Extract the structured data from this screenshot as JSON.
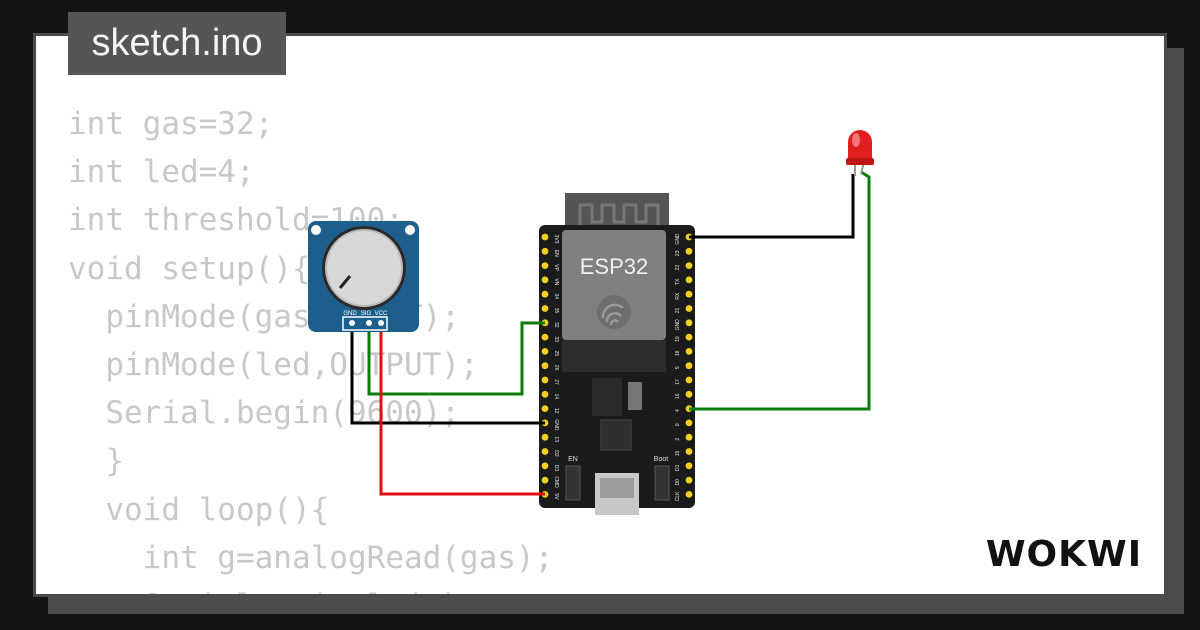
{
  "file_tab": {
    "label": "sketch.ino"
  },
  "code_lines": [
    "int gas=32;",
    "int led=4;",
    "int threshold=100;",
    "void setup(){",
    "  pinMode(gas,INPUT);",
    "  pinMode(led,OUTPUT);",
    "  Serial.begin(9600);",
    "  }",
    "  void loop(){",
    "    int g=analogRead(gas);",
    "    Serial.println(g);"
  ],
  "board": {
    "label": "ESP32",
    "en_label": "EN",
    "boot_label": "Boot",
    "left_pins": [
      "3V3",
      "EN",
      "VP",
      "VN",
      "34",
      "35",
      "32",
      "33",
      "25",
      "26",
      "27",
      "14",
      "12",
      "GND",
      "13",
      "D2",
      "D3",
      "CMD",
      "5V"
    ],
    "right_pins": [
      "GND",
      "23",
      "22",
      "TX",
      "RX",
      "21",
      "GND",
      "19",
      "18",
      "5",
      "17",
      "16",
      "4",
      "0",
      "2",
      "15",
      "D1",
      "D0",
      "CLK"
    ]
  },
  "potentiometer": {
    "pin_labels": [
      "GND",
      "SIG",
      "VCC"
    ]
  },
  "wires": {
    "signal": "#0a7d0a",
    "ground": "#000000",
    "power": "#e01010",
    "led": "#0a7d0a"
  },
  "colors": {
    "board": "#1b1b1b",
    "pot_pcb": "#1d5f8c",
    "led": "#e02020",
    "pin": "#f2d01e"
  },
  "logo": {
    "text": "WOKWI"
  }
}
